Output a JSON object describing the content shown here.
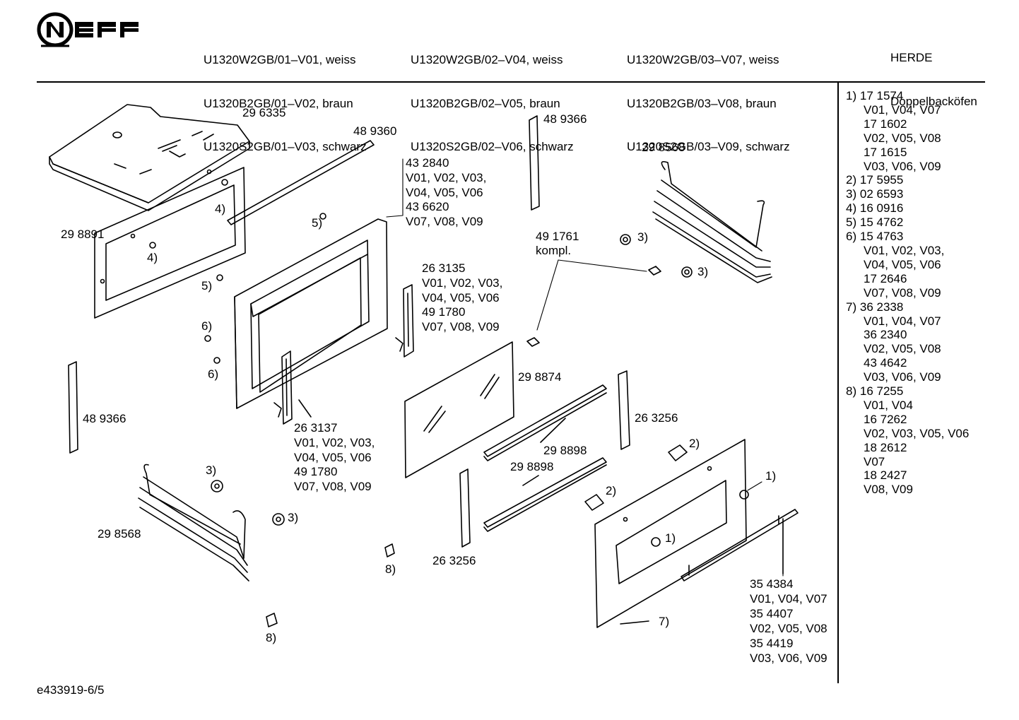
{
  "brand": "NEFF",
  "header": {
    "col1": [
      "U1320W2GB/01–V01, weiss",
      "U1320B2GB/01–V02, braun",
      "U1320S2GB/01–V03, schwarz"
    ],
    "col2": [
      "U1320W2GB/02–V04, weiss",
      "U1320B2GB/02–V05, braun",
      "U1320S2GB/02–V06, schwarz"
    ],
    "col3": [
      "U1320W2GB/03–V07, weiss",
      "U1320B2GB/03–V08, braun",
      "U1320S2GB/03–V09, schwarz"
    ],
    "category": "HERDE",
    "subcategory": "Doppelbacköfen"
  },
  "labels": {
    "p296335": "29 6335",
    "p489360": "48 9360",
    "p432840": [
      "43 2840",
      "V01, V02, V03,",
      "V04, V05, V06",
      "43 6620",
      "V07, V08, V09"
    ],
    "p489366_top": "48 9366",
    "p298568_top": "29 8568",
    "p298891": "29 8891",
    "p491761": [
      "49 1761",
      "kompl."
    ],
    "p263135": [
      "26 3135",
      "V01, V02, V03,",
      "V04, V05, V06",
      "49 1780",
      "V07, V08, V09"
    ],
    "p298874": "29 8874",
    "p263256_right": "26 3256",
    "p489366_left": "48 9366",
    "p263137": [
      "26 3137",
      "V01, V02, V03,",
      "V04, V05, V06",
      "49 1780",
      "V07, V08, V09"
    ],
    "p298898_a": "29 8898",
    "p298898_b": "29 8898",
    "p298568_bottom": "29 8568",
    "p263256_bottom": "26 3256",
    "p354384": [
      "35 4384",
      "V01, V04, V07",
      "35 4407",
      "V02, V05, V08",
      "35 4419",
      "V03, V06, V09"
    ],
    "ref1": "1)",
    "ref2": "2)",
    "ref3": "3)",
    "ref4": "4)",
    "ref5": "5)",
    "ref6": "6)",
    "ref7": "7)",
    "ref8": "8)"
  },
  "legend": [
    {
      "ref": "1)",
      "lines": [
        "17 1574",
        "V01, V04, V07",
        "17 1602",
        "V02, V05, V08",
        "17 1615",
        "V03, V06, V09"
      ]
    },
    {
      "ref": "2)",
      "lines": [
        "17 5955"
      ]
    },
    {
      "ref": "3)",
      "lines": [
        "02 6593"
      ]
    },
    {
      "ref": "4)",
      "lines": [
        "16 0916"
      ]
    },
    {
      "ref": "5)",
      "lines": [
        "15 4762"
      ]
    },
    {
      "ref": "6)",
      "lines": [
        "15 4763",
        "V01, V02, V03,",
        "V04, V05, V06",
        "17 2646",
        "V07, V08, V09"
      ]
    },
    {
      "ref": "7)",
      "lines": [
        "36 2338",
        "V01, V04, V07",
        "36 2340",
        "V02, V05, V08",
        "43 4642",
        "V03, V06, V09"
      ]
    },
    {
      "ref": "8)",
      "lines": [
        "16 7255",
        "V01, V04",
        "16 7262",
        "V02, V03, V05, V06",
        "18 2612",
        "V07",
        "18 2427",
        "V08, V09"
      ]
    }
  ],
  "footer": "e433919-6/5"
}
